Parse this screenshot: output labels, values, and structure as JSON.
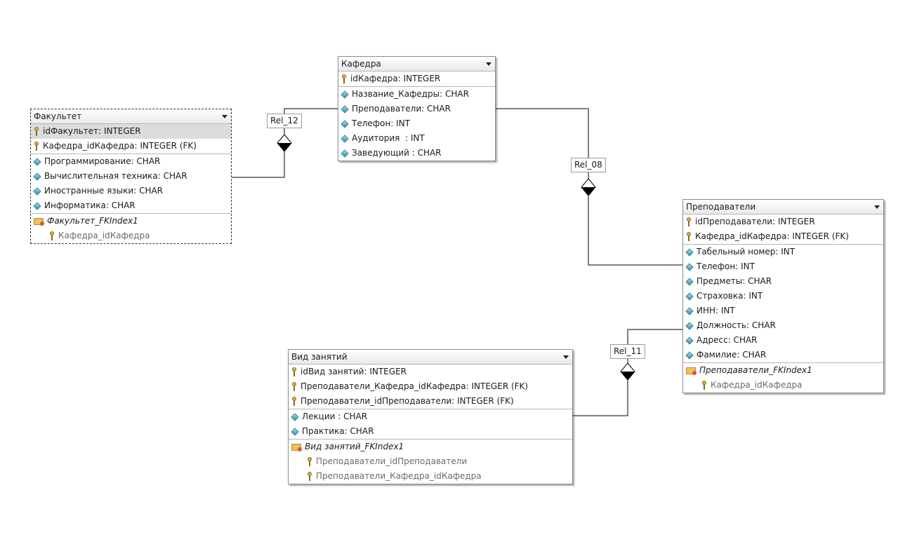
{
  "entities": {
    "fakultet": {
      "title": "Факультет",
      "keys": [
        "idФакультет: INTEGER",
        "Кафедра_idКафедра: INTEGER (FK)"
      ],
      "attrs": [
        "Программирование: CHAR",
        "Вычислительная техника: CHAR",
        "Иностранные языки: CHAR",
        "Информатика: CHAR"
      ],
      "index": {
        "name": "Факультет_FKIndex1",
        "cols": [
          "Кафедра_idКафедра"
        ]
      }
    },
    "kafedra": {
      "title": "Кафедра",
      "keys": [
        "idКафедра: INTEGER"
      ],
      "attrs": [
        "Название_Кафедры: CHAR",
        "Преподаватели: CHAR",
        "Телефон: INT",
        "Аудитория  : INT",
        "Заведующий : CHAR"
      ]
    },
    "prepodavateli": {
      "title": "Преподаватели",
      "keys": [
        "idПреподаватели: INTEGER",
        "Кафедра_idКафедра: INTEGER (FK)"
      ],
      "attrs": [
        "Табельный номер: INT",
        "Телефон: INT",
        "Предметы: CHAR",
        "Страховка: INT",
        "ИНН: INT",
        "Должность: CHAR",
        "Адресс: CHAR",
        "Фамилие: CHAR"
      ],
      "index": {
        "name": "Преподаватели_FKIndex1",
        "cols": [
          "Кафедра_idКафедра"
        ]
      }
    },
    "vid": {
      "title": "Вид занятий",
      "keys": [
        "idВид занятий: INTEGER",
        "Преподаватели_Кафедра_idКафедра: INTEGER (FK)",
        "Преподаватели_idПреподаватели: INTEGER (FK)"
      ],
      "attrs": [
        "Лекции : CHAR",
        "Практика: CHAR"
      ],
      "index": {
        "name": "Вид занятий_FKIndex1",
        "cols": [
          "Преподаватели_idПреподаватели",
          "Преподаватели_Кафедра_idКафедра"
        ]
      }
    }
  },
  "relations": {
    "rel12": "Rel_12",
    "rel08": "Rel_08",
    "rel11": "Rel_11"
  },
  "colors": {
    "line": "#000000",
    "border": "#8c8c8c",
    "header_gradient_end": "#e9e9e9",
    "key_icon": "#d9b340",
    "attr_icon": "#2c8fa6",
    "index_icon": "#f0c05a"
  },
  "icons": {
    "key": "key-icon",
    "attribute": "attribute-diamond-icon",
    "index": "index-folder-icon",
    "dropdown": "dropdown-arrow-icon",
    "relation_end": "relation-diamond-icon"
  }
}
